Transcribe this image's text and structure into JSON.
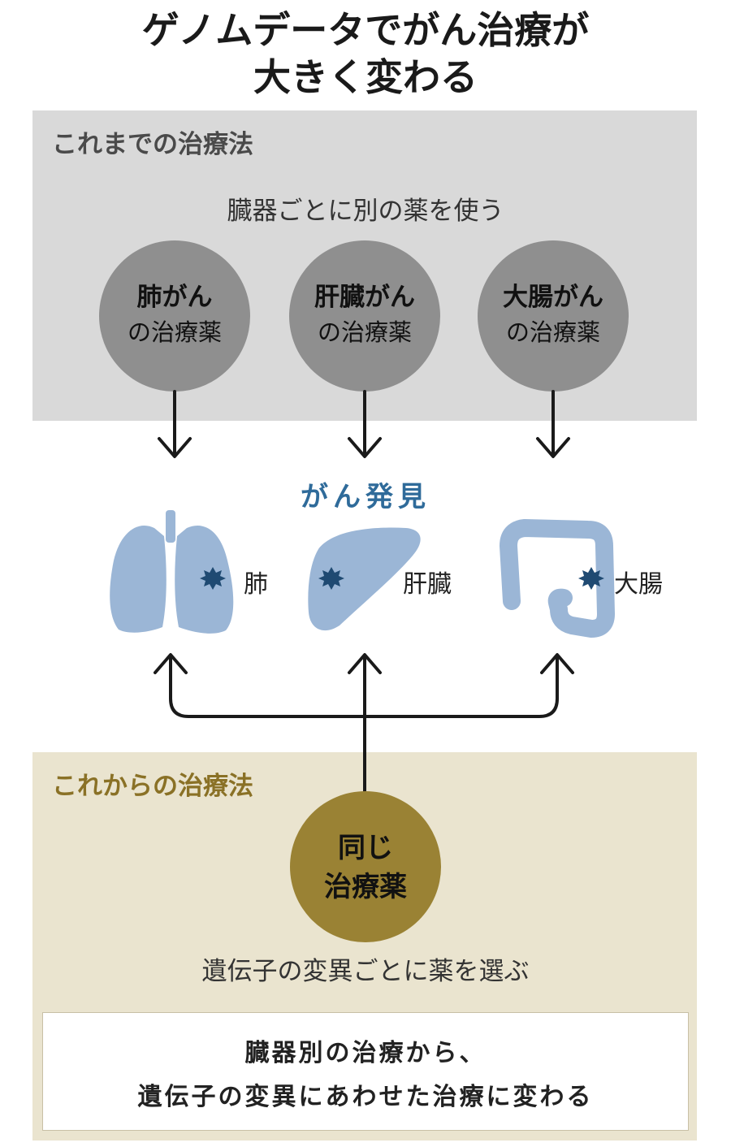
{
  "title": {
    "line1": "ゲノムデータでがん治療が",
    "line2": "大きく変わる"
  },
  "old_method": {
    "label": "これまでの治療法",
    "subtitle": "臓器ごとに別の薬を使う",
    "drugs": [
      {
        "line1": "肺がん",
        "line2": "の治療薬"
      },
      {
        "line1": "肝臓がん",
        "line2": "の治療薬"
      },
      {
        "line1": "大腸がん",
        "line2": "の治療薬"
      }
    ]
  },
  "discovery": "がん発見",
  "organs": [
    {
      "label": "肺",
      "icon": "lungs-icon"
    },
    {
      "label": "肝臓",
      "icon": "liver-icon"
    },
    {
      "label": "大腸",
      "icon": "colon-icon"
    }
  ],
  "new_method": {
    "label": "これからの治療法",
    "drug": {
      "line1": "同じ",
      "line2": "治療薬"
    },
    "subtitle": "遺伝子の変異ごとに薬を選ぶ"
  },
  "summary": {
    "line1": "臓器別の治療から、",
    "line2": "遺伝子の変異にあわせた治療に変わる"
  },
  "colors": {
    "old_panel": "#d9d9d9",
    "new_panel": "#eae4cf",
    "organ": "#9bb6d6",
    "tumor": "#1f4a72",
    "accent_blue": "#2f6b9a",
    "accent_gold": "#8a7126"
  }
}
